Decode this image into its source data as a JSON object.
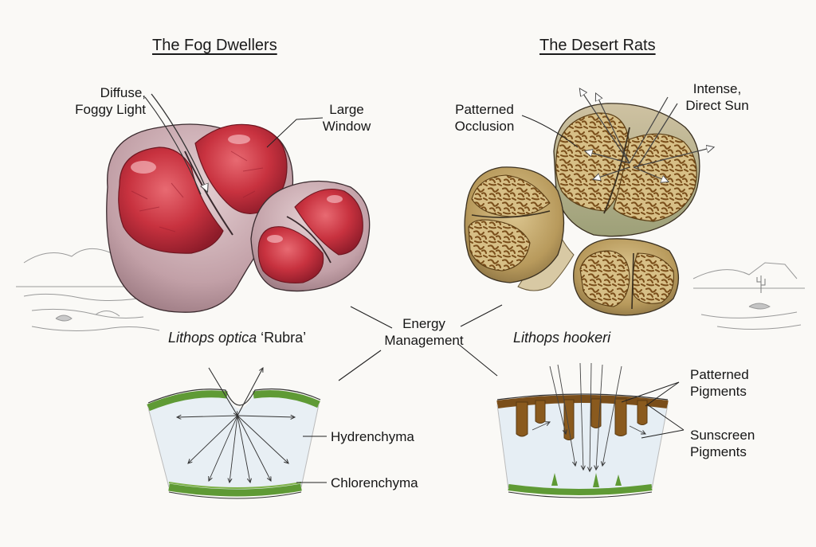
{
  "left_panel": {
    "title": "The Fog Dwellers",
    "light_label_line1": "Diffuse,",
    "light_label_line2": "Foggy Light",
    "window_label_line1": "Large",
    "window_label_line2": "Window",
    "species_italic": "Lithops optica",
    "species_cultivar": "‘Rubra’",
    "tissue_label_1": "Hydrenchyma",
    "tissue_label_2": "Chlorenchyma"
  },
  "right_panel": {
    "title": "The Desert Rats",
    "occlusion_label_line1": "Patterned",
    "occlusion_label_line2": "Occlusion",
    "sun_label_line1": "Intense,",
    "sun_label_line2": "Direct Sun",
    "species_italic": "Lithops hookeri",
    "pigment_label_1_line1": "Patterned",
    "pigment_label_1_line2": "Pigments",
    "pigment_label_2_line1": "Sunscreen",
    "pigment_label_2_line2": "Pigments"
  },
  "center_label_line1": "Energy",
  "center_label_line2": "Management",
  "colors": {
    "window_red": "#c8323f",
    "body_pink": "#c9a7ad",
    "speckle_brown": "#8a5a1e",
    "body_tan": "#b89a5c",
    "chlorenchyma_green": "#7fb24a",
    "hydrenchyma_blue": "#e6eef4"
  }
}
